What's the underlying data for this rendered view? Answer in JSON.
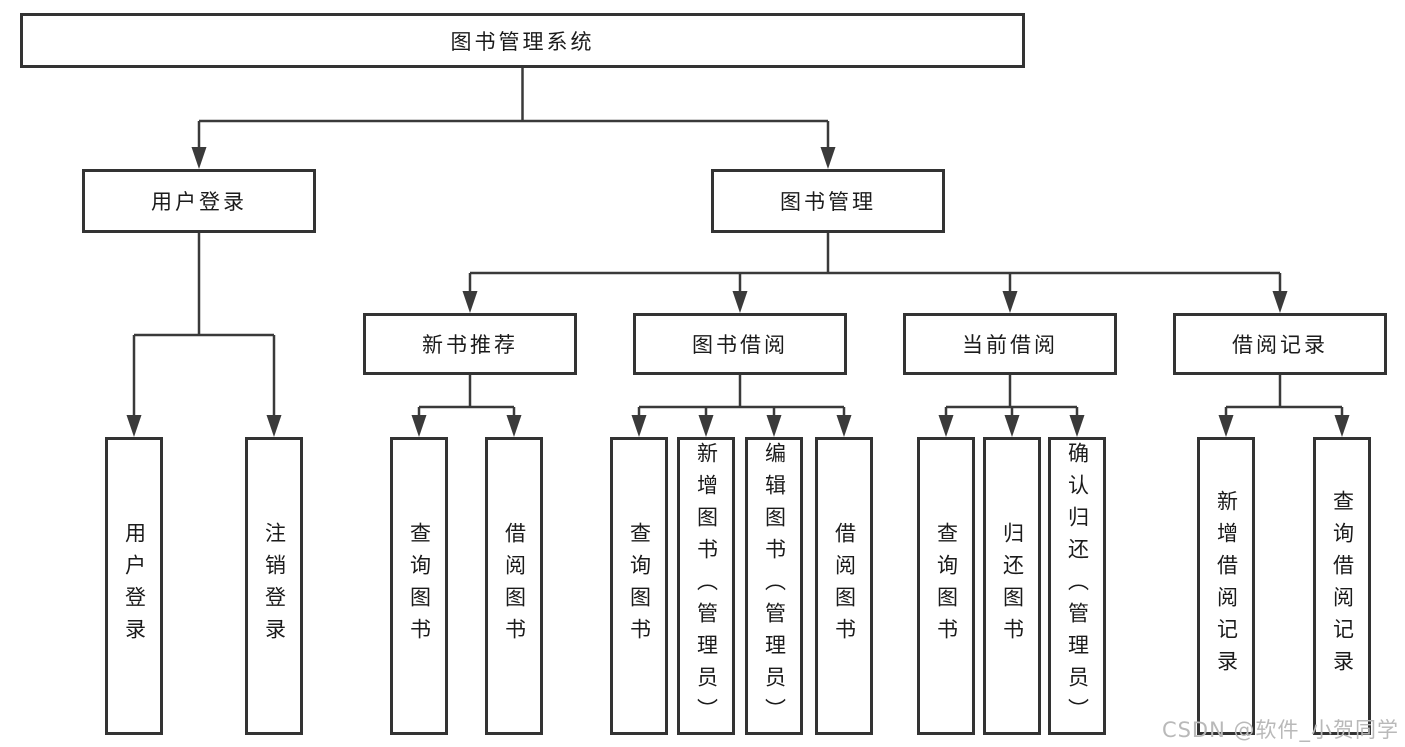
{
  "tree": {
    "label": "图书管理系统",
    "children": [
      {
        "label": "用户登录",
        "children": [
          {
            "label": "用户登录"
          },
          {
            "label": "注销登录"
          }
        ]
      },
      {
        "label": "图书管理",
        "children": [
          {
            "label": "新书推荐",
            "children": [
              {
                "label": "查询图书"
              },
              {
                "label": "借阅图书"
              }
            ]
          },
          {
            "label": "图书借阅",
            "children": [
              {
                "label": "查询图书"
              },
              {
                "label": "新增图书（管理员）"
              },
              {
                "label": "编辑图书（管理员）"
              },
              {
                "label": "借阅图书"
              }
            ]
          },
          {
            "label": "当前借阅",
            "children": [
              {
                "label": "查询图书"
              },
              {
                "label": "归还图书"
              },
              {
                "label": "确认归还（管理员）"
              }
            ]
          },
          {
            "label": "借阅记录",
            "children": [
              {
                "label": "新增借阅记录"
              },
              {
                "label": "查询借阅记录"
              }
            ]
          }
        ]
      }
    ]
  },
  "watermark": "CSDN @软件_小贺同学",
  "colors": {
    "line": "#3a3a3a",
    "box_border": "#333333",
    "text": "#1b1b1b",
    "watermark": "#b9b9b9",
    "background": "#ffffff"
  }
}
